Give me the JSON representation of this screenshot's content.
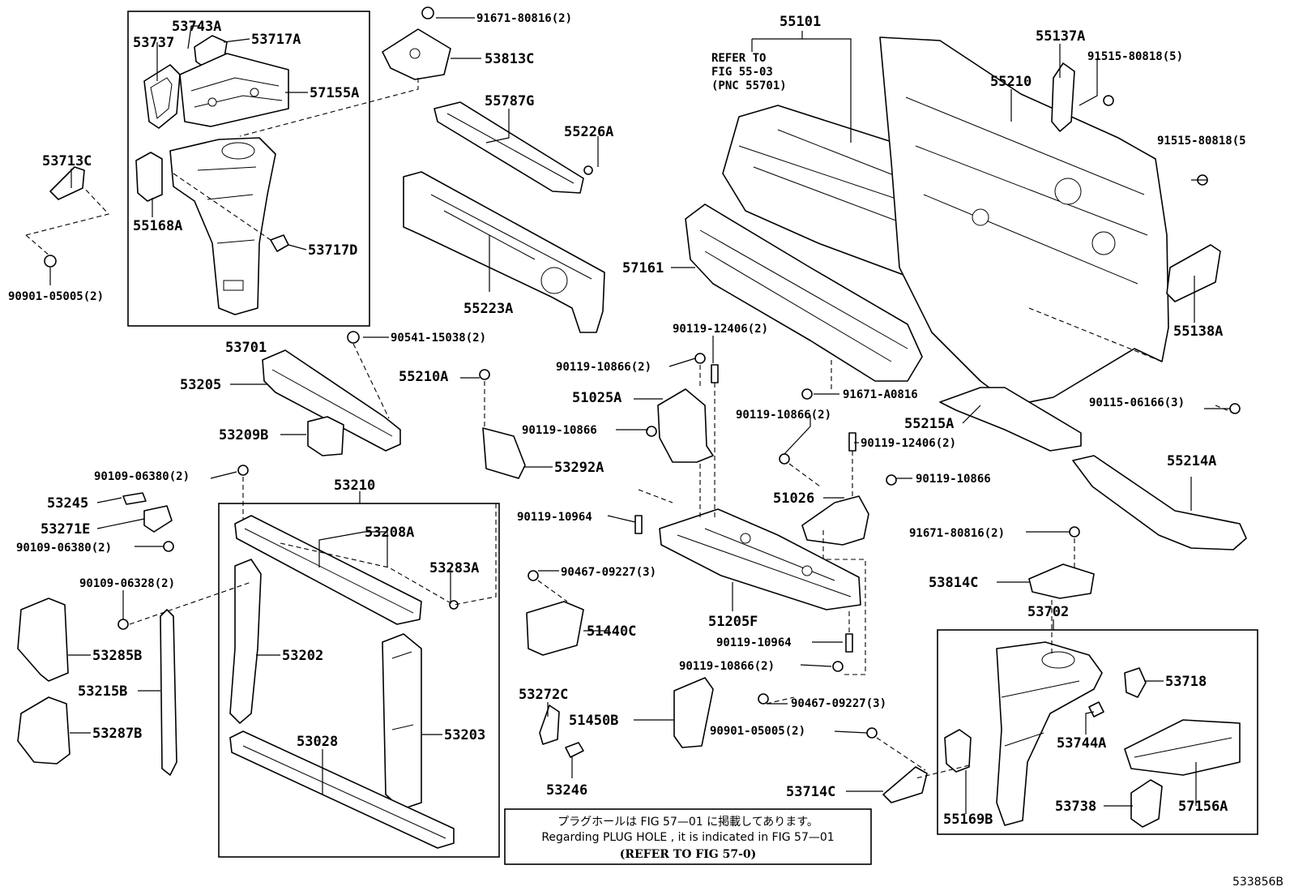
{
  "diagram": {
    "catalog_number": "533856B",
    "refer_note_lines": [
      "REFER TO",
      "FIG 55-03",
      "(PNC 55701)"
    ],
    "plug_note": {
      "jp": "プラグホールは FIG 57—01 に掲載してあります。",
      "en": "Regarding  PLUG  HOLE , it is indicated in  FIG  57—01",
      "ref": "(REFER TO FIG 57-0)"
    },
    "labels": {
      "l53743A": "53743A",
      "l53737": "53737",
      "l53717A": "53717A",
      "l57155A": "57155A",
      "l53713C": "53713C",
      "l55168A": "55168A",
      "l53717D": "53717D",
      "l90901_05005_a": "90901-05005(2)",
      "l53701": "53701",
      "l91671_80816_a": "91671-80816(2)",
      "l53813C": "53813C",
      "l55787G": "55787G",
      "l55226A": "55226A",
      "l55223A": "55223A",
      "l55101": "55101",
      "l55137A": "55137A",
      "l91515_80818_a": "91515-80818(5)",
      "l55210": "55210",
      "l91515_80818_b": "91515-80818(5",
      "l57161": "57161",
      "l55138A": "55138A",
      "l90541_15038": "90541-15038(2)",
      "l53205": "53205",
      "l53209B": "53209B",
      "l55210A": "55210A",
      "l53292A": "53292A",
      "l90119_12406_a": "90119-12406(2)",
      "l90119_10866_a": "90119-10866(2)",
      "l51025A": "51025A",
      "l90119_10866_b": "90119-10866",
      "l91671_A0816": "91671-A0816",
      "l55215A": "55215A",
      "l90115_06166": "90115-06166(3)",
      "l90109_06380_a": "90109-06380(2)",
      "l53210": "53210",
      "l53245": "53245",
      "l53271E": "53271E",
      "l90109_06380_b": "90109-06380(2)",
      "l53208A": "53208A",
      "l53283A": "53283A",
      "l90109_06328": "90109-06328(2)",
      "l53285B": "53285B",
      "l53202": "53202",
      "l53215B": "53215B",
      "l53287B": "53287B",
      "l53028": "53028",
      "l53203": "53203",
      "l90119_10866_c": "90119-10866(2)",
      "l90119_12406_b": "90119-12406(2)",
      "l51026": "51026",
      "l90119_10866_d": "90119-10866",
      "l55214A": "55214A",
      "l90119_10964_a": "90119-10964",
      "l91671_80816_b": "91671-80816(2)",
      "l90467_09227_a": "90467-09227(3)",
      "l53814C": "53814C",
      "l51205F": "51205F",
      "l53702": "53702",
      "l51440C": "51440C",
      "l90119_10964_b": "90119-10964",
      "l53718": "53718",
      "l90119_10866_e": "90119-10866(2)",
      "l53272C": "53272C",
      "l51450B": "51450B",
      "l90467_09227_b": "90467-09227(3)",
      "l53744A": "53744A",
      "l90901_05005_b": "90901-05005(2)",
      "l53246": "53246",
      "l53714C": "53714C",
      "l53738": "53738",
      "l55169B": "55169B",
      "l57156A": "57156A"
    }
  }
}
